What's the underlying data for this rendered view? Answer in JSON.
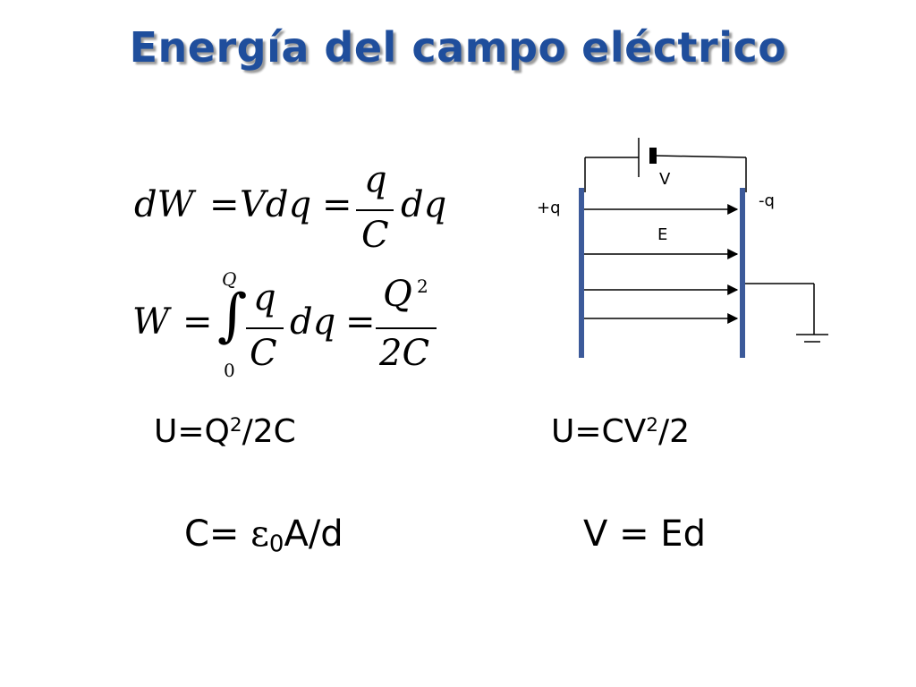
{
  "title": "Energía del campo eléctrico",
  "eq1": {
    "lhs": "dW",
    "eq_a": "=",
    "mid": "Vdq",
    "eq_b": "=",
    "num": "q",
    "den": "C",
    "tail": "dq"
  },
  "eq2": {
    "lhs": "W",
    "eq_a": "=",
    "upper": "Q",
    "lower": "0",
    "integral": "∫",
    "num": "q",
    "den": "C",
    "tail": "dq",
    "eq_b": "=",
    "res_num": "Q",
    "res_exp": "2",
    "res_den": "2C"
  },
  "formulas": {
    "u_charge_pre": "U=Q",
    "u_charge_exp": "2",
    "u_charge_post": "/2C",
    "u_volt_pre": "U=CV",
    "u_volt_exp": "2",
    "u_volt_post": "/2",
    "cap_pre": "C= ",
    "cap_eps": "ε",
    "cap_sub": "0",
    "cap_post": "A/d",
    "v_eq": "V = Ed"
  },
  "diagram": {
    "label_v": "V",
    "label_plus": "+q",
    "label_minus": "-q",
    "label_e": "E",
    "colors": {
      "plate": "#3c5a9a",
      "wire": "#000000"
    }
  }
}
